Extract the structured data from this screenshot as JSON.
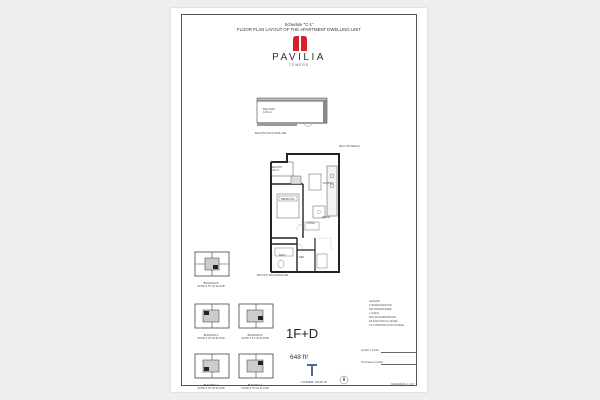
{
  "header": {
    "schedule_line": "Schedule \"C-1\"",
    "title_line": "FLOOR PLAN LAYOUT OF THE APARTMENT DWELLING UNIT"
  },
  "brand": {
    "name": "PAVILIA",
    "sub": "TOWERS",
    "logo_color": "#d61f26"
  },
  "plan_labels": {
    "balcony_top": "BALCONY",
    "balcony_top_area": "0.00 m²",
    "balcony_lower": "BALCONY",
    "balcony_lower_area": "0.00 m²",
    "bedroom": "BEDROOM",
    "kitchen": "KITCHEN",
    "dining": "DINING",
    "living": "LIVING",
    "bath": "BATH",
    "den": "DEN",
    "closet_note": "WALL OR CEILING",
    "bottom_note": "BALCONY EXCLUSIVE USE",
    "top_note": "BALCONY EXCLUSIVE USE"
  },
  "unit": {
    "name": "1F+D",
    "area": "648 ft²"
  },
  "legend": {
    "title": "LEGEND",
    "items": [
      "F    REFRIGERATOR",
      "DW   DISHWASHER",
      "L    LINEN",
      "W/D  WASHER/DRYER",
      "EP   ELECTRICAL PANEL",
      "CP   COMMUNICATION PANEL"
    ]
  },
  "signatures": {
    "vendor_label": "Vendor's Initials",
    "purchaser_label": "Purchaser's Initials"
  },
  "key_plans": [
    {
      "label_a": "BUILDING B",
      "label_b": "SUITE 5 TO 24 FLOOR"
    },
    {
      "label_a": "BUILDING A",
      "label_b": "SUITE 5 TO 24 FLOOR"
    },
    {
      "label_a": "BUILDING B",
      "label_b": "SUITE 5 TO 24 FLOOR"
    },
    {
      "label_a": "BUILDING A",
      "label_b": "SUITE 5 TO 24 FLOOR"
    },
    {
      "label_a": "BUILDING A",
      "label_b": "SUITE 5 TO 24 FLOOR"
    }
  ],
  "developer": {
    "name": "TOWER GROUP"
  },
  "footer": {
    "date": "DECEMBER 14, 2017"
  }
}
